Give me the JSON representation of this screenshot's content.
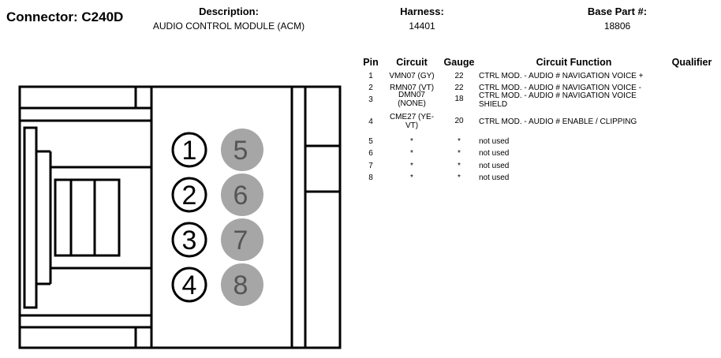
{
  "connector": {
    "label": "Connector:",
    "id": "C240D"
  },
  "header": {
    "description_label": "Description:",
    "description": "AUDIO CONTROL MODULE (ACM)",
    "harness_label": "Harness:",
    "harness": "14401",
    "base_part_label": "Base Part #:",
    "base_part": "18806"
  },
  "table": {
    "columns": [
      "Pin",
      "Circuit",
      "Gauge",
      "Circuit Function",
      "Qualifier"
    ],
    "rows": [
      {
        "pin": "1",
        "circuit": "VMN07 (GY)",
        "gauge": "22",
        "function": "CTRL MOD. - AUDIO # NAVIGATION VOICE +"
      },
      {
        "pin": "2",
        "circuit": "RMN07 (VT)",
        "gauge": "22",
        "function": "CTRL MOD. - AUDIO # NAVIGATION VOICE -"
      },
      {
        "pin": "3",
        "circuit": "DMN07 (NONE)",
        "gauge": "18",
        "function": "CTRL MOD. - AUDIO # NAVIGATION VOICE SHIELD"
      },
      {
        "pin": "4",
        "circuit": "CME27 (YE-VT)",
        "gauge": "20",
        "function": "CTRL MOD. - AUDIO # ENABLE / CLIPPING"
      },
      {
        "pin": "5",
        "circuit": "*",
        "gauge": "*",
        "function": "not used"
      },
      {
        "pin": "6",
        "circuit": "*",
        "gauge": "*",
        "function": "not used"
      },
      {
        "pin": "7",
        "circuit": "*",
        "gauge": "*",
        "function": "not used"
      },
      {
        "pin": "8",
        "circuit": "*",
        "gauge": "*",
        "function": "not used"
      }
    ]
  },
  "diagram": {
    "pins_used": [
      "1",
      "2",
      "3",
      "4"
    ],
    "pins_unused": [
      "5",
      "6",
      "7",
      "8"
    ],
    "used_pin_color": "#ffffff",
    "unused_pin_color": "#a6a6a6"
  }
}
